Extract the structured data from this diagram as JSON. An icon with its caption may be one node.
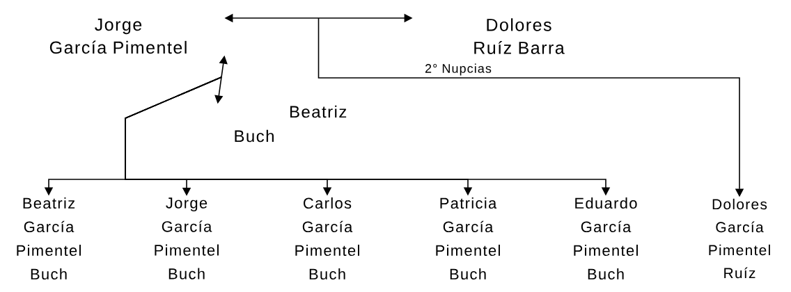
{
  "diagram": {
    "nodes": [
      {
        "text": [
          "Jorge García Pimentel"
        ]
      },
      {
        "text": [
          "Dolores Ruíz Barra"
        ],
        "beside": [
          "2° Nupcias"
        ]
      },
      {
        "text": [
          "Beatriz Buch"
        ]
      },
      {
        "text": [
          "Beatriz García Pimentel Buch"
        ]
      },
      {
        "text": [
          "Jorge García Pimentel Buch"
        ]
      },
      {
        "text": [
          "Carlos García Pimentel Buch"
        ]
      },
      {
        "text": [
          "Patricia García Pimentel Buch"
        ]
      },
      {
        "text": [
          "Eduardo García Pimentel Buch"
        ]
      },
      {
        "text": [
          "Dolores García Pimentel Ruíz"
        ]
      }
    ],
    "edges": [
      {
        "from": 0,
        "to": 2,
        "arrow": "both"
      },
      {
        "from": 0,
        "to": 1,
        "arrow": "both"
      },
      {
        "from": null,
        "to": 3,
        "arrow": "to"
      },
      {
        "from": null,
        "to": 4,
        "arrow": "to"
      },
      {
        "from": null,
        "to": 5,
        "arrow": "to"
      },
      {
        "from": null,
        "to": 6,
        "arrow": "to"
      },
      {
        "from": null,
        "to": 7,
        "arrow": "to"
      },
      {
        "from": null,
        "to": 8,
        "arrow": "to"
      }
    ]
  }
}
